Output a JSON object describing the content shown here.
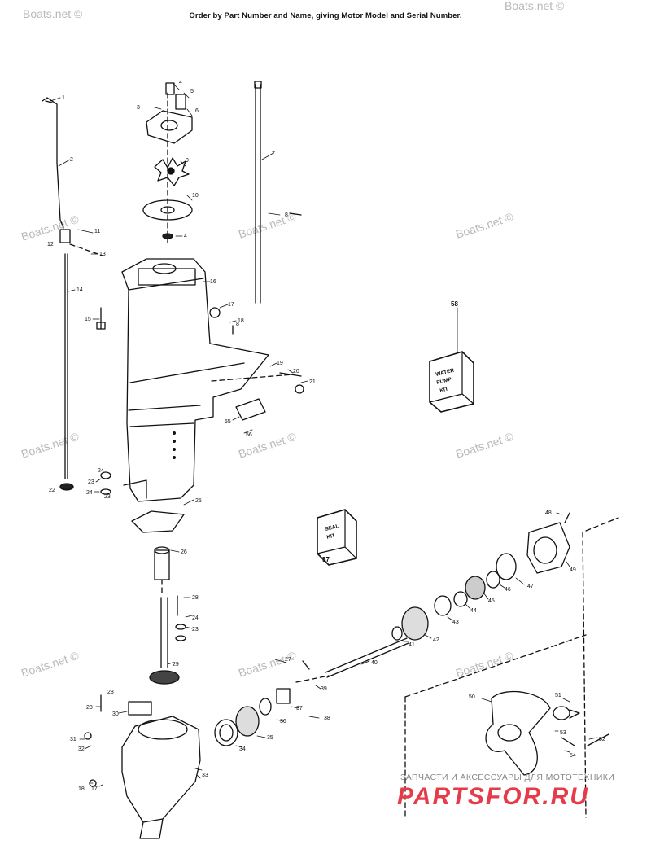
{
  "header": {
    "note": "Order by Part Number and Name, giving Motor Model and Serial Number."
  },
  "watermark": {
    "text": "Boats.net ©"
  },
  "branding": {
    "tagline": "ЗАПЧАСТИ И АКСЕССУАРЫ ДЛЯ МОТОТЕХНИКИ",
    "logo": "PARTSFOR.RU",
    "logo_color": "#e63c4a"
  },
  "kits": {
    "water_pump": {
      "line1": "WATER",
      "line2": "PUMP",
      "line3": "KIT"
    },
    "seal": {
      "line1": "SEAL",
      "line2": "KIT"
    }
  },
  "callouts": [
    "1",
    "2",
    "3",
    "4",
    "5",
    "6",
    "7",
    "8",
    "9",
    "10",
    "11",
    "12",
    "13",
    "14",
    "15",
    "16",
    "17",
    "18",
    "19",
    "20",
    "21",
    "22",
    "23",
    "24",
    "25",
    "26",
    "27",
    "28",
    "29",
    "30",
    "31",
    "32",
    "33",
    "34",
    "35",
    "36",
    "37",
    "38",
    "39",
    "40",
    "41",
    "42",
    "43",
    "44",
    "45",
    "46",
    "47",
    "48",
    "49",
    "50",
    "51",
    "52",
    "53",
    "54",
    "55",
    "56",
    "57",
    "58",
    "4",
    "23",
    "24",
    "17",
    "18",
    "8",
    "28",
    "28",
    "24",
    "23"
  ]
}
